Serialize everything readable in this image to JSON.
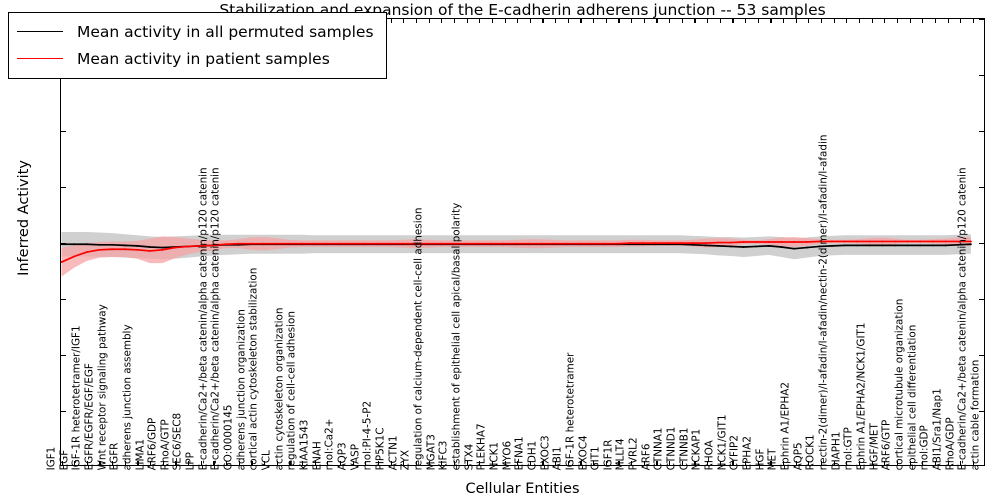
{
  "chart_data": {
    "type": "line",
    "title": "Stabilization and expansion of the E-cadherin adherens junction -- 53 samples",
    "xlabel": "Cellular Entities",
    "ylabel": "Inferred Activity",
    "ylim": [
      -4,
      4
    ],
    "yticks": [
      -4,
      -3,
      -2,
      -1,
      0,
      1,
      2,
      3,
      4
    ],
    "grid": false,
    "legend_position": "upper-left",
    "legend": [
      {
        "label": "Mean activity in all permuted samples",
        "color": "#000000"
      },
      {
        "label": "Mean activity in patient samples",
        "color": "#ff0000"
      }
    ],
    "categories": [
      "IGF1",
      "EGF",
      "IGF-1R heterotetramer/IGF1",
      "EGFR/EGFR/EGF/EGF",
      "Wnt receptor signaling pathway",
      "EGFR",
      "adherens junction assembly",
      "LIMA1",
      "ARF6/GDP",
      "RhoA/GTP",
      "SEC6/SEC8",
      "LPP",
      "E-cadherin/Ca2+/beta catenin/alpha catenin/p120 catenin",
      "E-cadherin/Ca2+/beta catenin/alpha catenin/p120 catenin",
      "GO:0000145",
      "adherens junction organization",
      "cortical actin cytoskeleton stabilization",
      "VCL",
      "actin cytoskeleton organization",
      "regulation of cell-cell adhesion",
      "KIAA1543",
      "ENAH",
      "mol:Ca2+",
      "AQP3",
      "VASP",
      "mol:PI-4-5-P2",
      "PIP5K1C",
      "ACTN1",
      "ZYX",
      "regulation of calcium-dependent cell-cell adhesion",
      "MGAT3",
      "KIFC3",
      "establishment of epithelial cell apical/basal polarity",
      "STX4",
      "PLEKHA7",
      "NCK1",
      "MYO6",
      "EFNA1",
      "CDH1",
      "EXOC3",
      "ABI1",
      "IGF-1R heterotetramer",
      "EXOC4",
      "GIT1",
      "IGF1R",
      "MLLT4",
      "PVRL2",
      "ARF6",
      "CTNNA1",
      "CTNND1",
      "CTNNB1",
      "NCKAP1",
      "RHOA",
      "NCK1/GIT1",
      "CYFIP2",
      "EPHA2",
      "HGF",
      "MET",
      "Ephrin A1/EPHA2",
      "AQP5",
      "ROCK1",
      "nectin-2(dimer)/l-afadin/l-afadin/nectin-2(dimer)/l-afadin/l-afadin",
      "DIAPH1",
      "mol:GTP",
      "Ephrin A1/EPHA2/NCK1/GIT1",
      "HGF/MET",
      "ARF6/GTP",
      "cortical microtubule organization",
      "epithelial cell differentiation",
      "mol:GDP",
      "ABI1/Sra1/Nap1",
      "RhoA/GDP",
      "E-cadherin/Ca2+/beta catenin/alpha catenin/p120 catenin",
      "actin cable formation"
    ],
    "series": [
      {
        "name": "Mean activity in all permuted samples",
        "color": "#000000",
        "band_color": "#c8c8c8",
        "values": [
          -0.04,
          -0.04,
          -0.04,
          -0.05,
          -0.05,
          -0.06,
          -0.07,
          -0.09,
          -0.1,
          -0.09,
          -0.08,
          -0.07,
          -0.06,
          -0.05,
          -0.05,
          -0.04,
          -0.04,
          -0.04,
          -0.04,
          -0.04,
          -0.04,
          -0.04,
          -0.04,
          -0.04,
          -0.04,
          -0.04,
          -0.04,
          -0.04,
          -0.04,
          -0.04,
          -0.04,
          -0.04,
          -0.04,
          -0.04,
          -0.04,
          -0.04,
          -0.04,
          -0.04,
          -0.04,
          -0.04,
          -0.04,
          -0.04,
          -0.04,
          -0.04,
          -0.04,
          -0.04,
          -0.04,
          -0.04,
          -0.04,
          -0.04,
          -0.05,
          -0.06,
          -0.07,
          -0.08,
          -0.09,
          -0.08,
          -0.07,
          -0.09,
          -0.12,
          -0.1,
          -0.08,
          -0.07,
          -0.06,
          -0.06,
          -0.06,
          -0.06,
          -0.06,
          -0.06,
          -0.06,
          -0.06,
          -0.06,
          -0.05,
          -0.04
        ],
        "band_upper": [
          0.18,
          0.18,
          0.18,
          0.17,
          0.16,
          0.14,
          0.12,
          0.1,
          0.09,
          0.1,
          0.11,
          0.12,
          0.13,
          0.13,
          0.13,
          0.13,
          0.13,
          0.13,
          0.13,
          0.13,
          0.12,
          0.12,
          0.12,
          0.12,
          0.12,
          0.12,
          0.12,
          0.12,
          0.12,
          0.12,
          0.12,
          0.12,
          0.12,
          0.12,
          0.12,
          0.12,
          0.12,
          0.12,
          0.12,
          0.12,
          0.12,
          0.12,
          0.12,
          0.12,
          0.12,
          0.12,
          0.12,
          0.12,
          0.12,
          0.12,
          0.11,
          0.1,
          0.09,
          0.09,
          0.08,
          0.09,
          0.1,
          0.09,
          0.06,
          0.08,
          0.1,
          0.11,
          0.12,
          0.12,
          0.12,
          0.12,
          0.12,
          0.12,
          0.12,
          0.12,
          0.12,
          0.13,
          0.14
        ],
        "band_lower": [
          -0.26,
          -0.26,
          -0.26,
          -0.27,
          -0.27,
          -0.28,
          -0.29,
          -0.3,
          -0.31,
          -0.3,
          -0.28,
          -0.26,
          -0.24,
          -0.23,
          -0.22,
          -0.21,
          -0.21,
          -0.21,
          -0.21,
          -0.21,
          -0.2,
          -0.2,
          -0.2,
          -0.2,
          -0.2,
          -0.2,
          -0.2,
          -0.2,
          -0.2,
          -0.2,
          -0.2,
          -0.2,
          -0.2,
          -0.2,
          -0.2,
          -0.2,
          -0.2,
          -0.2,
          -0.2,
          -0.2,
          -0.2,
          -0.2,
          -0.2,
          -0.2,
          -0.2,
          -0.2,
          -0.2,
          -0.2,
          -0.2,
          -0.2,
          -0.21,
          -0.22,
          -0.24,
          -0.25,
          -0.27,
          -0.25,
          -0.23,
          -0.27,
          -0.31,
          -0.28,
          -0.25,
          -0.24,
          -0.23,
          -0.23,
          -0.23,
          -0.23,
          -0.23,
          -0.23,
          -0.23,
          -0.23,
          -0.23,
          -0.22,
          -0.21
        ]
      },
      {
        "name": "Mean activity in patient samples",
        "color": "#ff0000",
        "band_color": "#f5a3a3",
        "values": [
          -0.36,
          -0.26,
          -0.18,
          -0.14,
          -0.13,
          -0.13,
          -0.14,
          -0.16,
          -0.14,
          -0.1,
          -0.08,
          -0.07,
          -0.06,
          -0.04,
          -0.03,
          -0.03,
          -0.03,
          -0.03,
          -0.03,
          -0.03,
          -0.03,
          -0.03,
          -0.03,
          -0.03,
          -0.03,
          -0.03,
          -0.03,
          -0.03,
          -0.03,
          -0.03,
          -0.03,
          -0.03,
          -0.03,
          -0.03,
          -0.03,
          -0.03,
          -0.03,
          -0.03,
          -0.03,
          -0.03,
          -0.03,
          -0.03,
          -0.03,
          -0.03,
          -0.03,
          -0.02,
          -0.02,
          -0.02,
          -0.02,
          -0.02,
          -0.02,
          -0.02,
          -0.01,
          -0.01,
          0.0,
          0.0,
          0.0,
          0.0,
          0.0,
          0.0,
          0.01,
          0.01,
          0.01,
          0.01,
          0.01,
          0.01,
          0.01,
          0.01,
          0.01,
          0.01,
          0.01,
          0.01,
          0.01
        ],
        "band_upper": [
          -0.1,
          -0.06,
          -0.02,
          0.0,
          0.01,
          0.01,
          0.02,
          0.06,
          0.1,
          0.09,
          0.06,
          0.04,
          0.03,
          0.03,
          0.05,
          0.08,
          0.09,
          0.07,
          0.04,
          0.03,
          0.03,
          0.03,
          0.03,
          0.03,
          0.03,
          0.03,
          0.03,
          0.04,
          0.05,
          0.04,
          0.03,
          0.03,
          0.03,
          0.03,
          0.03,
          0.03,
          0.04,
          0.05,
          0.05,
          0.04,
          0.03,
          0.03,
          0.03,
          0.03,
          0.03,
          0.04,
          0.04,
          0.03,
          0.03,
          0.03,
          0.04,
          0.06,
          0.07,
          0.06,
          0.04,
          0.03,
          0.05,
          0.08,
          0.09,
          0.07,
          0.05,
          0.04,
          0.04,
          0.05,
          0.07,
          0.08,
          0.06,
          0.04,
          0.04,
          0.05,
          0.06,
          0.08,
          0.09
        ],
        "band_lower": [
          -0.62,
          -0.46,
          -0.34,
          -0.28,
          -0.27,
          -0.27,
          -0.3,
          -0.38,
          -0.38,
          -0.29,
          -0.22,
          -0.18,
          -0.15,
          -0.11,
          -0.11,
          -0.14,
          -0.15,
          -0.13,
          -0.1,
          -0.09,
          -0.09,
          -0.09,
          -0.09,
          -0.09,
          -0.09,
          -0.09,
          -0.09,
          -0.1,
          -0.11,
          -0.1,
          -0.09,
          -0.09,
          -0.09,
          -0.09,
          -0.09,
          -0.09,
          -0.1,
          -0.11,
          -0.11,
          -0.1,
          -0.09,
          -0.09,
          -0.09,
          -0.09,
          -0.09,
          -0.08,
          -0.08,
          -0.07,
          -0.07,
          -0.07,
          -0.08,
          -0.1,
          -0.09,
          -0.08,
          -0.04,
          -0.03,
          -0.05,
          -0.08,
          -0.09,
          -0.07,
          -0.03,
          -0.02,
          -0.02,
          -0.03,
          -0.05,
          -0.06,
          -0.04,
          -0.02,
          -0.02,
          -0.03,
          -0.04,
          -0.06,
          -0.07
        ]
      }
    ]
  }
}
